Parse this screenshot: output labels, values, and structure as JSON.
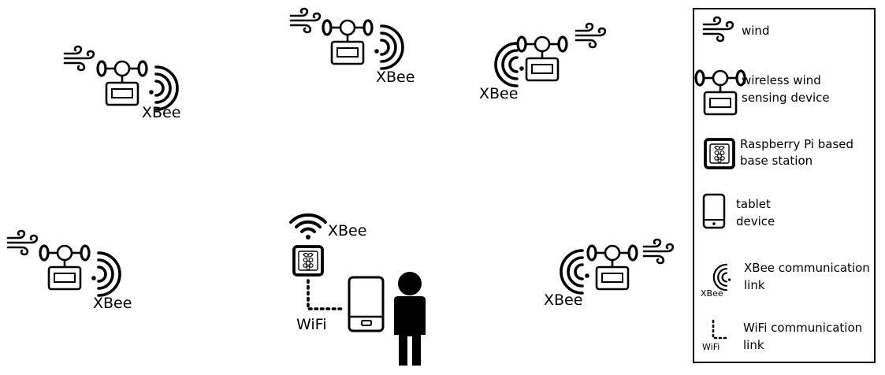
{
  "diagram": {
    "node_label": "XBee",
    "base_label": "XBee",
    "wifi_label": "WiFi"
  },
  "legend": {
    "items": [
      {
        "icon": "wind-icon",
        "text": [
          "wind"
        ]
      },
      {
        "icon": "wireless-wind-sensing-device-icon",
        "text": [
          "wireless wind",
          "sensing device"
        ]
      },
      {
        "icon": "raspberry-pi-base-station-icon",
        "text": [
          "Raspberry Pi based",
          "base station"
        ]
      },
      {
        "icon": "tablet-icon",
        "text": [
          "tablet",
          "device"
        ]
      },
      {
        "icon": "xbee-link-icon",
        "text": [
          "XBee communication",
          "link"
        ],
        "icon_caption": "XBee"
      },
      {
        "icon": "wifi-link-icon",
        "text": [
          "WiFi communication",
          "link"
        ],
        "icon_caption": "WiFi"
      }
    ]
  }
}
